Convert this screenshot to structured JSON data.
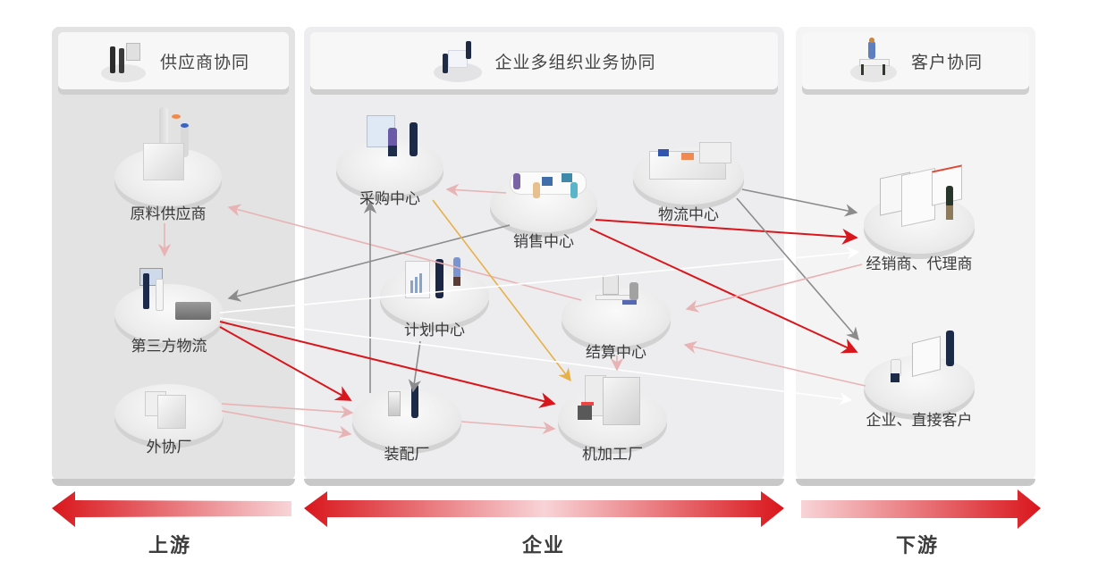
{
  "columns": {
    "upstream": {
      "title": "供应商协同",
      "icon": "supplier-people-icon",
      "bg": "#e3e3e3"
    },
    "enterprise": {
      "title": "企业多组织业务协同",
      "icon": "enterprise-meeting-icon",
      "bg": "#ededef"
    },
    "downstream": {
      "title": "客户协同",
      "icon": "customer-desk-icon",
      "bg": "#f4f4f5"
    }
  },
  "nodes": {
    "raw_supplier": {
      "label": "原料供应商",
      "icon": "factory-icon"
    },
    "third_party_logistics": {
      "label": "第三方物流",
      "icon": "logistics-truck-icon"
    },
    "outsourcing_factory": {
      "label": "外协厂",
      "icon": "outsourcing-factory-icon"
    },
    "purchasing_center": {
      "label": "采购中心",
      "icon": "purchasing-meeting-icon"
    },
    "sales_center": {
      "label": "销售中心",
      "icon": "sales-office-icon"
    },
    "logistics_center": {
      "label": "物流中心",
      "icon": "warehouse-icon"
    },
    "planning_center": {
      "label": "计划中心",
      "icon": "planning-chart-icon"
    },
    "settlement_center": {
      "label": "结算中心",
      "icon": "settlement-desk-icon"
    },
    "assembly_plant": {
      "label": "装配厂",
      "icon": "assembly-icon"
    },
    "machining_plant": {
      "label": "机加工厂",
      "icon": "machining-building-icon"
    },
    "dealers_agents": {
      "label": "经销商、代理商",
      "icon": "dealer-dashboard-icon"
    },
    "enterprise_direct_customers": {
      "label": "企业、直接客户",
      "icon": "direct-customer-icon"
    }
  },
  "link_colors": {
    "red": "#d9161c",
    "pink": "#e8b3b5",
    "gray": "#8c8c8c",
    "orange": "#e8b048",
    "white": "#ffffff"
  },
  "links": [
    {
      "from": "sales_center",
      "to": "purchasing_center",
      "color": "pink"
    },
    {
      "from": "settlement_center",
      "to": "raw_supplier",
      "color": "pink"
    },
    {
      "from": "raw_supplier",
      "to": "third_party_logistics",
      "color": "pink"
    },
    {
      "from": "sales_center",
      "to": "third_party_logistics",
      "color": "gray"
    },
    {
      "from": "purchasing_center",
      "to": "machining_plant",
      "color": "orange"
    },
    {
      "from": "assembly_plant",
      "to": "purchasing_center",
      "color": "gray"
    },
    {
      "from": "planning_center",
      "to": "assembly_plant",
      "color": "gray"
    },
    {
      "from": "third_party_logistics",
      "to": "assembly_plant",
      "color": "red"
    },
    {
      "from": "third_party_logistics",
      "to": "machining_plant",
      "color": "red"
    },
    {
      "from": "third_party_logistics",
      "to": "dealers_agents",
      "color": "white"
    },
    {
      "from": "third_party_logistics",
      "to": "enterprise_direct_customers",
      "color": "white"
    },
    {
      "from": "outsourcing_factory",
      "to": "assembly_plant",
      "color": "pink"
    },
    {
      "from": "assembly_plant",
      "to": "machining_plant",
      "color": "pink"
    },
    {
      "from": "settlement_center",
      "to": "machining_plant",
      "color": "pink"
    },
    {
      "from": "sales_center",
      "to": "dealers_agents",
      "color": "red"
    },
    {
      "from": "sales_center",
      "to": "enterprise_direct_customers",
      "color": "red"
    },
    {
      "from": "logistics_center",
      "to": "dealers_agents",
      "color": "gray"
    },
    {
      "from": "logistics_center",
      "to": "enterprise_direct_customers",
      "color": "gray"
    },
    {
      "from": "dealers_agents",
      "to": "settlement_center",
      "color": "pink"
    },
    {
      "from": "enterprise_direct_customers",
      "to": "settlement_center",
      "color": "pink"
    }
  ],
  "bottom": {
    "upstream_label": "上游",
    "enterprise_label": "企业",
    "downstream_label": "下游",
    "arrow_color": "#d9161c",
    "arrow_fade_color": "#f8d4d7"
  }
}
